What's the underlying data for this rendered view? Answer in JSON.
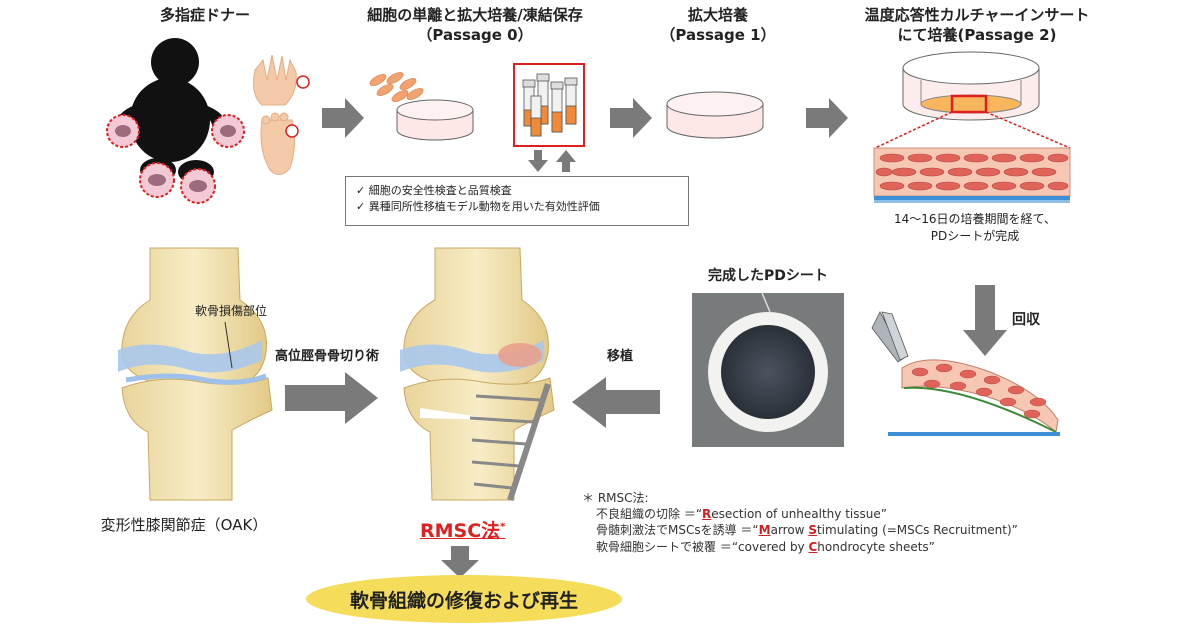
{
  "steps": {
    "donor": "多指症ドナー",
    "p0_line1": "細胞の単離と拡大培養/凍結保存",
    "p0_line2": "（Passage 0）",
    "p1_line1": "拡大培養",
    "p1_line2": "（Passage 1）",
    "p2_line1": "温度応答性カルチャーインサート",
    "p2_line2": "にて培養(Passage 2)"
  },
  "checks": [
    "細胞の安全性検査と品質検査",
    "異種同所性移植モデル動物を用いた有効性評価"
  ],
  "sheet_note_line1": "14～16日の培養期間を経て、",
  "sheet_note_line2": "PDシートが完成",
  "completed_sheet": "完成したPDシート",
  "collect": "回収",
  "transplant": "移植",
  "osteotomy": "高位脛骨骨切り術",
  "damage_site": "軟骨損傷部位",
  "oak": "変形性膝関節症（OAK）",
  "rmsc_label": "RMSC法",
  "rmsc_mark": "*",
  "outcome": "軟骨組織の修復および再生",
  "footnote": {
    "header": "＊ RMSC法:",
    "l1_pre": "不良組織の切除 ＝“",
    "l1_key": "R",
    "l1_post": "esection of unhealthy tissue”",
    "l2_pre": "骨髄刺激法でMSCsを誘導 ＝“",
    "l2_key1": "M",
    "l2_mid": "arrow ",
    "l2_key2": "S",
    "l2_post": "timulating (=MSCs Recruitment)”",
    "l3_pre": "軟骨細胞シートで被覆 ＝“covered by ",
    "l3_key": "C",
    "l3_post": "hondrocyte sheets”"
  }
}
